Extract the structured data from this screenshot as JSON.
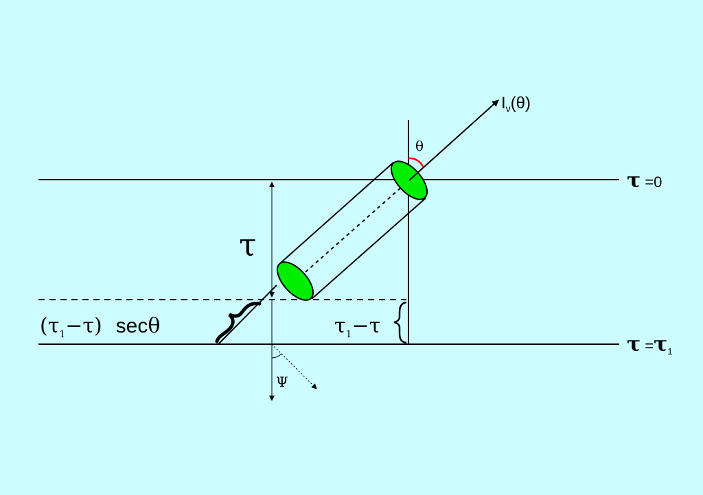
{
  "colors": {
    "background": "#ccfcff",
    "cylinder_cap": "#00ee00",
    "theta_arc": "#ff0000",
    "ink": "#000000"
  },
  "labels": {
    "intensity": "I",
    "intensity_sub": "ν",
    "intensity_arg": "(θ)",
    "theta": "θ",
    "tau_zero_symbol": "τ",
    "tau_zero_rest": " =0",
    "tau_one_symbol": "τ",
    "tau_one_eq": " =",
    "tau_one_rhs": "τ",
    "tau_one_sub": "1",
    "tau": "τ",
    "path_open": "(τ",
    "path_sub": "1",
    "path_rest": "−τ)",
    "path_sec": "sec",
    "path_theta": "θ",
    "depth_tau": "τ",
    "depth_sub": "1",
    "depth_rest": "−τ",
    "psi": "Ψ"
  }
}
